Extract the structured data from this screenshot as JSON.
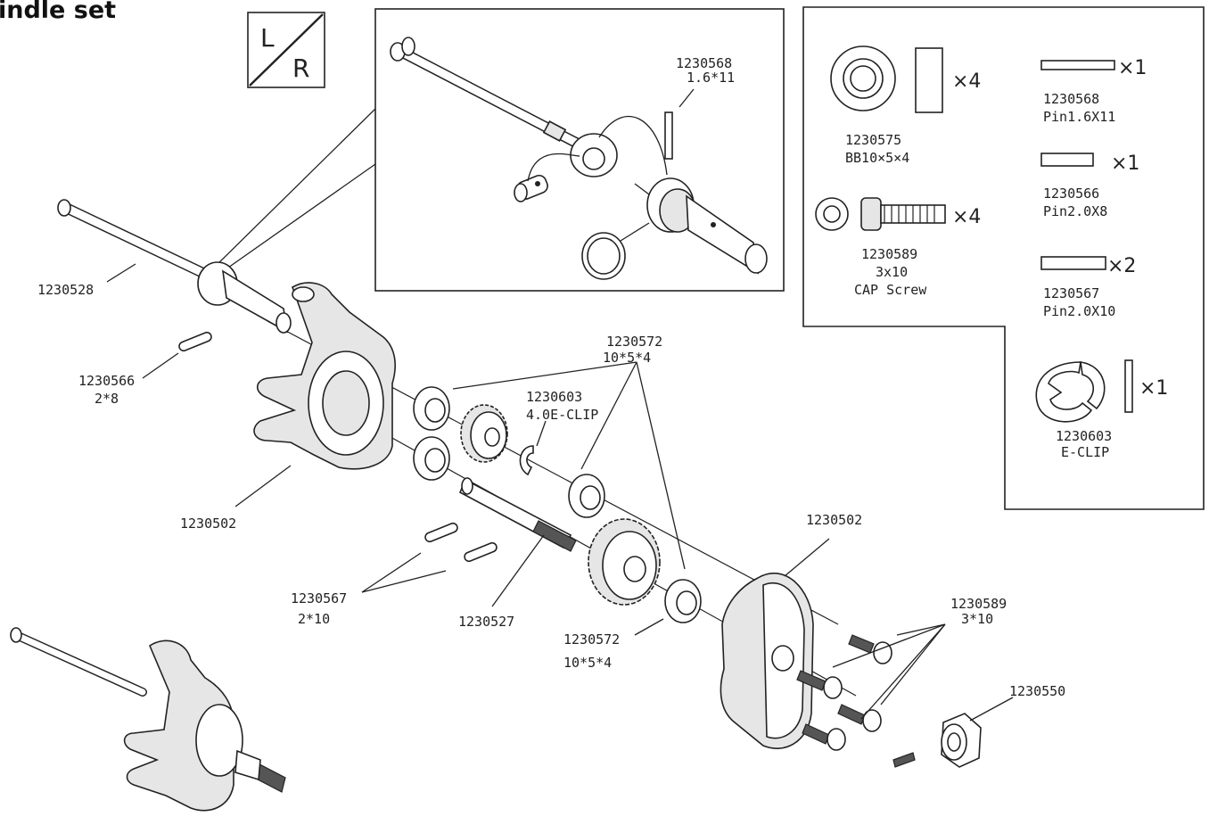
{
  "title": "indle set",
  "lr_badge": {
    "left": "L",
    "right": "R"
  },
  "detail": {
    "pin_label": {
      "part_no": "1230568",
      "spec": "1.6*11"
    }
  },
  "legend": {
    "bearing": {
      "part_no": "1230575",
      "spec": "BB10×5×4",
      "qty": "×4"
    },
    "screw": {
      "part_no": "1230589",
      "spec": "3x10",
      "desc": "CAP Screw",
      "qty": "×4"
    },
    "pin1": {
      "part_no": "1230568",
      "spec": "Pin1.6X11",
      "qty": "×1"
    },
    "pin2": {
      "part_no": "1230566",
      "spec": "Pin2.0X8",
      "qty": "×1"
    },
    "pin3": {
      "part_no": "1230567",
      "spec": "Pin2.0X10",
      "qty": "×2"
    },
    "eclip": {
      "part_no": "1230603",
      "spec": "E-CLIP",
      "qty": "×1"
    }
  },
  "callouts": {
    "c1230528": "1230528",
    "c1230566": {
      "part_no": "1230566",
      "spec": "2*8"
    },
    "c1230502_left": "1230502",
    "c1230572_top": {
      "part_no": "1230572",
      "spec": "10*5*4"
    },
    "c1230603": {
      "part_no": "1230603",
      "spec": "4.0E-CLIP"
    },
    "c1230567": {
      "part_no": "1230567",
      "spec": "2*10"
    },
    "c1230527": "1230527",
    "c1230572_bottom": {
      "part_no": "1230572",
      "spec": "10*5*4"
    },
    "c1230502_right": "1230502",
    "c1230589": {
      "part_no": "1230589",
      "spec": "3*10"
    },
    "c1230550": "1230550"
  }
}
